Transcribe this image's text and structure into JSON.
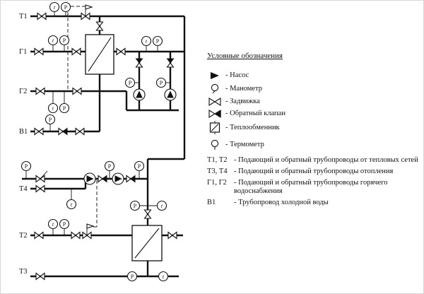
{
  "diagram": {
    "pipe_labels": {
      "t1": "Т1",
      "g1": "Г1",
      "g2": "Г2",
      "v1": "В1",
      "t4": "Т4",
      "t2": "Т2",
      "t3": "Т3"
    },
    "gauges": {
      "thermometer": "t",
      "manometer": "P"
    }
  },
  "legend": {
    "title": "Условные обозначения",
    "symbols": [
      {
        "icon": "pump-icon",
        "label": "- Насос"
      },
      {
        "icon": "manometer-icon",
        "label": "- Манометр"
      },
      {
        "icon": "gate-valve-icon",
        "label": "- Задвижка"
      },
      {
        "icon": "check-valve-icon",
        "label": "- Обратный клапан"
      },
      {
        "icon": "heat-exchanger-icon",
        "label": "- Теплообменник"
      },
      {
        "icon": "thermometer-icon",
        "label": "- Термометр"
      }
    ],
    "pipelines": [
      {
        "code": "Т1, Т2",
        "label": "- Подающий и обратный трубопроводы от тепловых сетей"
      },
      {
        "code": "Т3, Т4",
        "label": "- Подающий и обратный трубопроводы отопления"
      },
      {
        "code": "Г1, Г2",
        "label": "- Подающий и обратный трубопроводы горячего водоснабжения"
      },
      {
        "code": "В1",
        "label": "- Трубопровод холодной воды"
      }
    ]
  }
}
